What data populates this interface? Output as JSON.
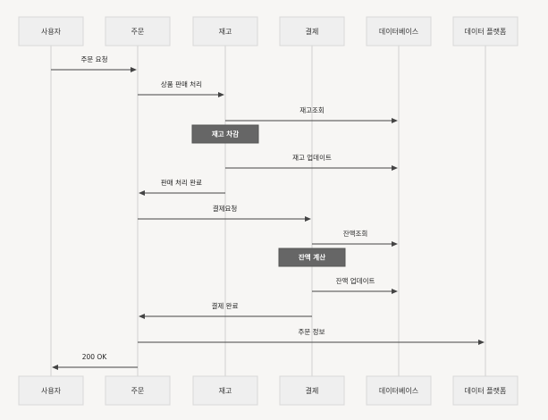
{
  "participants": [
    {
      "id": "user",
      "label": "사용자"
    },
    {
      "id": "order",
      "label": "주문"
    },
    {
      "id": "stock",
      "label": "재고"
    },
    {
      "id": "settle",
      "label": "결제"
    },
    {
      "id": "db",
      "label": "데이터베이스"
    },
    {
      "id": "platform",
      "label": "데이터 플랫폼"
    }
  ],
  "events": [
    {
      "kind": "message",
      "from": "user",
      "to": "order",
      "label": "주문 요청"
    },
    {
      "kind": "message",
      "from": "order",
      "to": "stock",
      "label": "상품 판매 처리"
    },
    {
      "kind": "message",
      "from": "stock",
      "to": "db",
      "label": "재고조회"
    },
    {
      "kind": "note",
      "over": "stock",
      "label": "재고 차감"
    },
    {
      "kind": "message",
      "from": "stock",
      "to": "db",
      "label": "재고 업데이트"
    },
    {
      "kind": "message",
      "from": "stock",
      "to": "order",
      "label": "판매 처리 완료"
    },
    {
      "kind": "message",
      "from": "order",
      "to": "settle",
      "label": "결제요청"
    },
    {
      "kind": "message",
      "from": "settle",
      "to": "db",
      "label": "잔액조회"
    },
    {
      "kind": "note",
      "over": "settle",
      "label": "잔액 계산"
    },
    {
      "kind": "message",
      "from": "settle",
      "to": "db",
      "label": "잔액 업데이트"
    },
    {
      "kind": "message",
      "from": "settle",
      "to": "order",
      "label": "결제 완료"
    },
    {
      "kind": "message",
      "from": "order",
      "to": "platform",
      "label": "주문 정보"
    },
    {
      "kind": "message",
      "from": "order",
      "to": "user",
      "label": "200 OK"
    }
  ]
}
